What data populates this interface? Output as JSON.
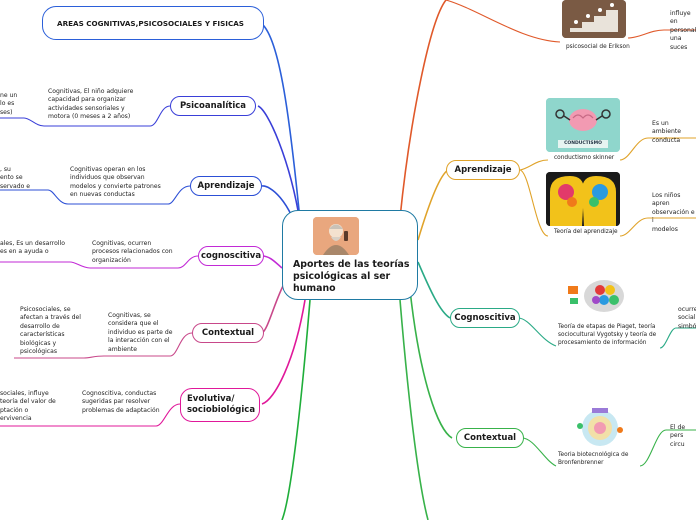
{
  "central": {
    "title": "Aportes de las teorías psicológicas al ser humano"
  },
  "top_left_node": {
    "label": "AREAS COGNITIVAS,PSICOSOCIALES Y FISICAS"
  },
  "left_branches": [
    {
      "label": "Psicoanalítica",
      "detail": "Cognitivas, El niño adquiere capacidad para organizar actividades sensoriales y motora (0 meses a 2 años)",
      "edge_text": "ne un\nlo es\nses)"
    },
    {
      "label": "Aprendizaje",
      "detail": "Cognitivas operan en los individuos que observan modelos y convierte patrones en nuevas conductas",
      "edge_text": ", su\nento se\nservado e"
    },
    {
      "label": "cognoscitiva",
      "detail": "Cognitivas, ocurren procesos relacionados con organización",
      "edge_text": "ales, Es un desarrollo\nes en a ayuda o"
    },
    {
      "label": "Contextual",
      "detail": "Cognitivas, se considera que el individuo es parte de la interacción con el ambiente",
      "edge_text": "Psicosociales, se afectan a través del desarrollo de características biológicas y psicológicas"
    },
    {
      "label": "Evolutiva/ sociobiológica",
      "detail": "Cognoscitiva, conductas sugeridas par resolver problemas de adaptación",
      "edge_text": "sociales, influye\nteoría del valor de\nptación o\nervivencia"
    }
  ],
  "right_branches": [
    {
      "label": "Aprendizaje"
    },
    {
      "label": "Cognoscitiva"
    },
    {
      "label": "Contextual"
    }
  ],
  "right_images": [
    {
      "caption": "psicosocial de Erikson",
      "icon": "stairs-icon"
    },
    {
      "caption": "conductismo skinner",
      "icon": "brain-icon",
      "inner_label": "CONDUCTISMO"
    },
    {
      "caption": "Teoría del aprendizaje",
      "icon": "heads-icon"
    },
    {
      "caption": "Teoría de etapas de Piaget, teoría sociocultural Vygotsky y teoría de procesamiento de información",
      "icon": "colorful-brain-icon"
    },
    {
      "caption": "Teoria biotecnológica de Bronfenbrenner",
      "icon": "ecology-icon"
    }
  ],
  "right_texts": [
    "influye en\npersonalid\nuna suces",
    "Es un ambiente\nconducta",
    "Los niños apren\nobservación e i\nmodelos",
    "ocurre\nsocial\nsimbó",
    "El de\npers\ncircu"
  ],
  "colors": {
    "central": "#1f7aa3",
    "top": "#2b5fd9",
    "psicoanalitica": "#3a3fd8",
    "aprendizaje_left": "#2c4fd6",
    "cognoscitiva_left": "#c22ad6",
    "contextual_left": "#c8488a",
    "evolutiva": "#e0189a",
    "aprendizaje_right": "#e0a32a",
    "cognoscitiva_right": "#2aaa86",
    "contextual_right": "#38b24a",
    "top_right_branch": "#e0592a"
  }
}
